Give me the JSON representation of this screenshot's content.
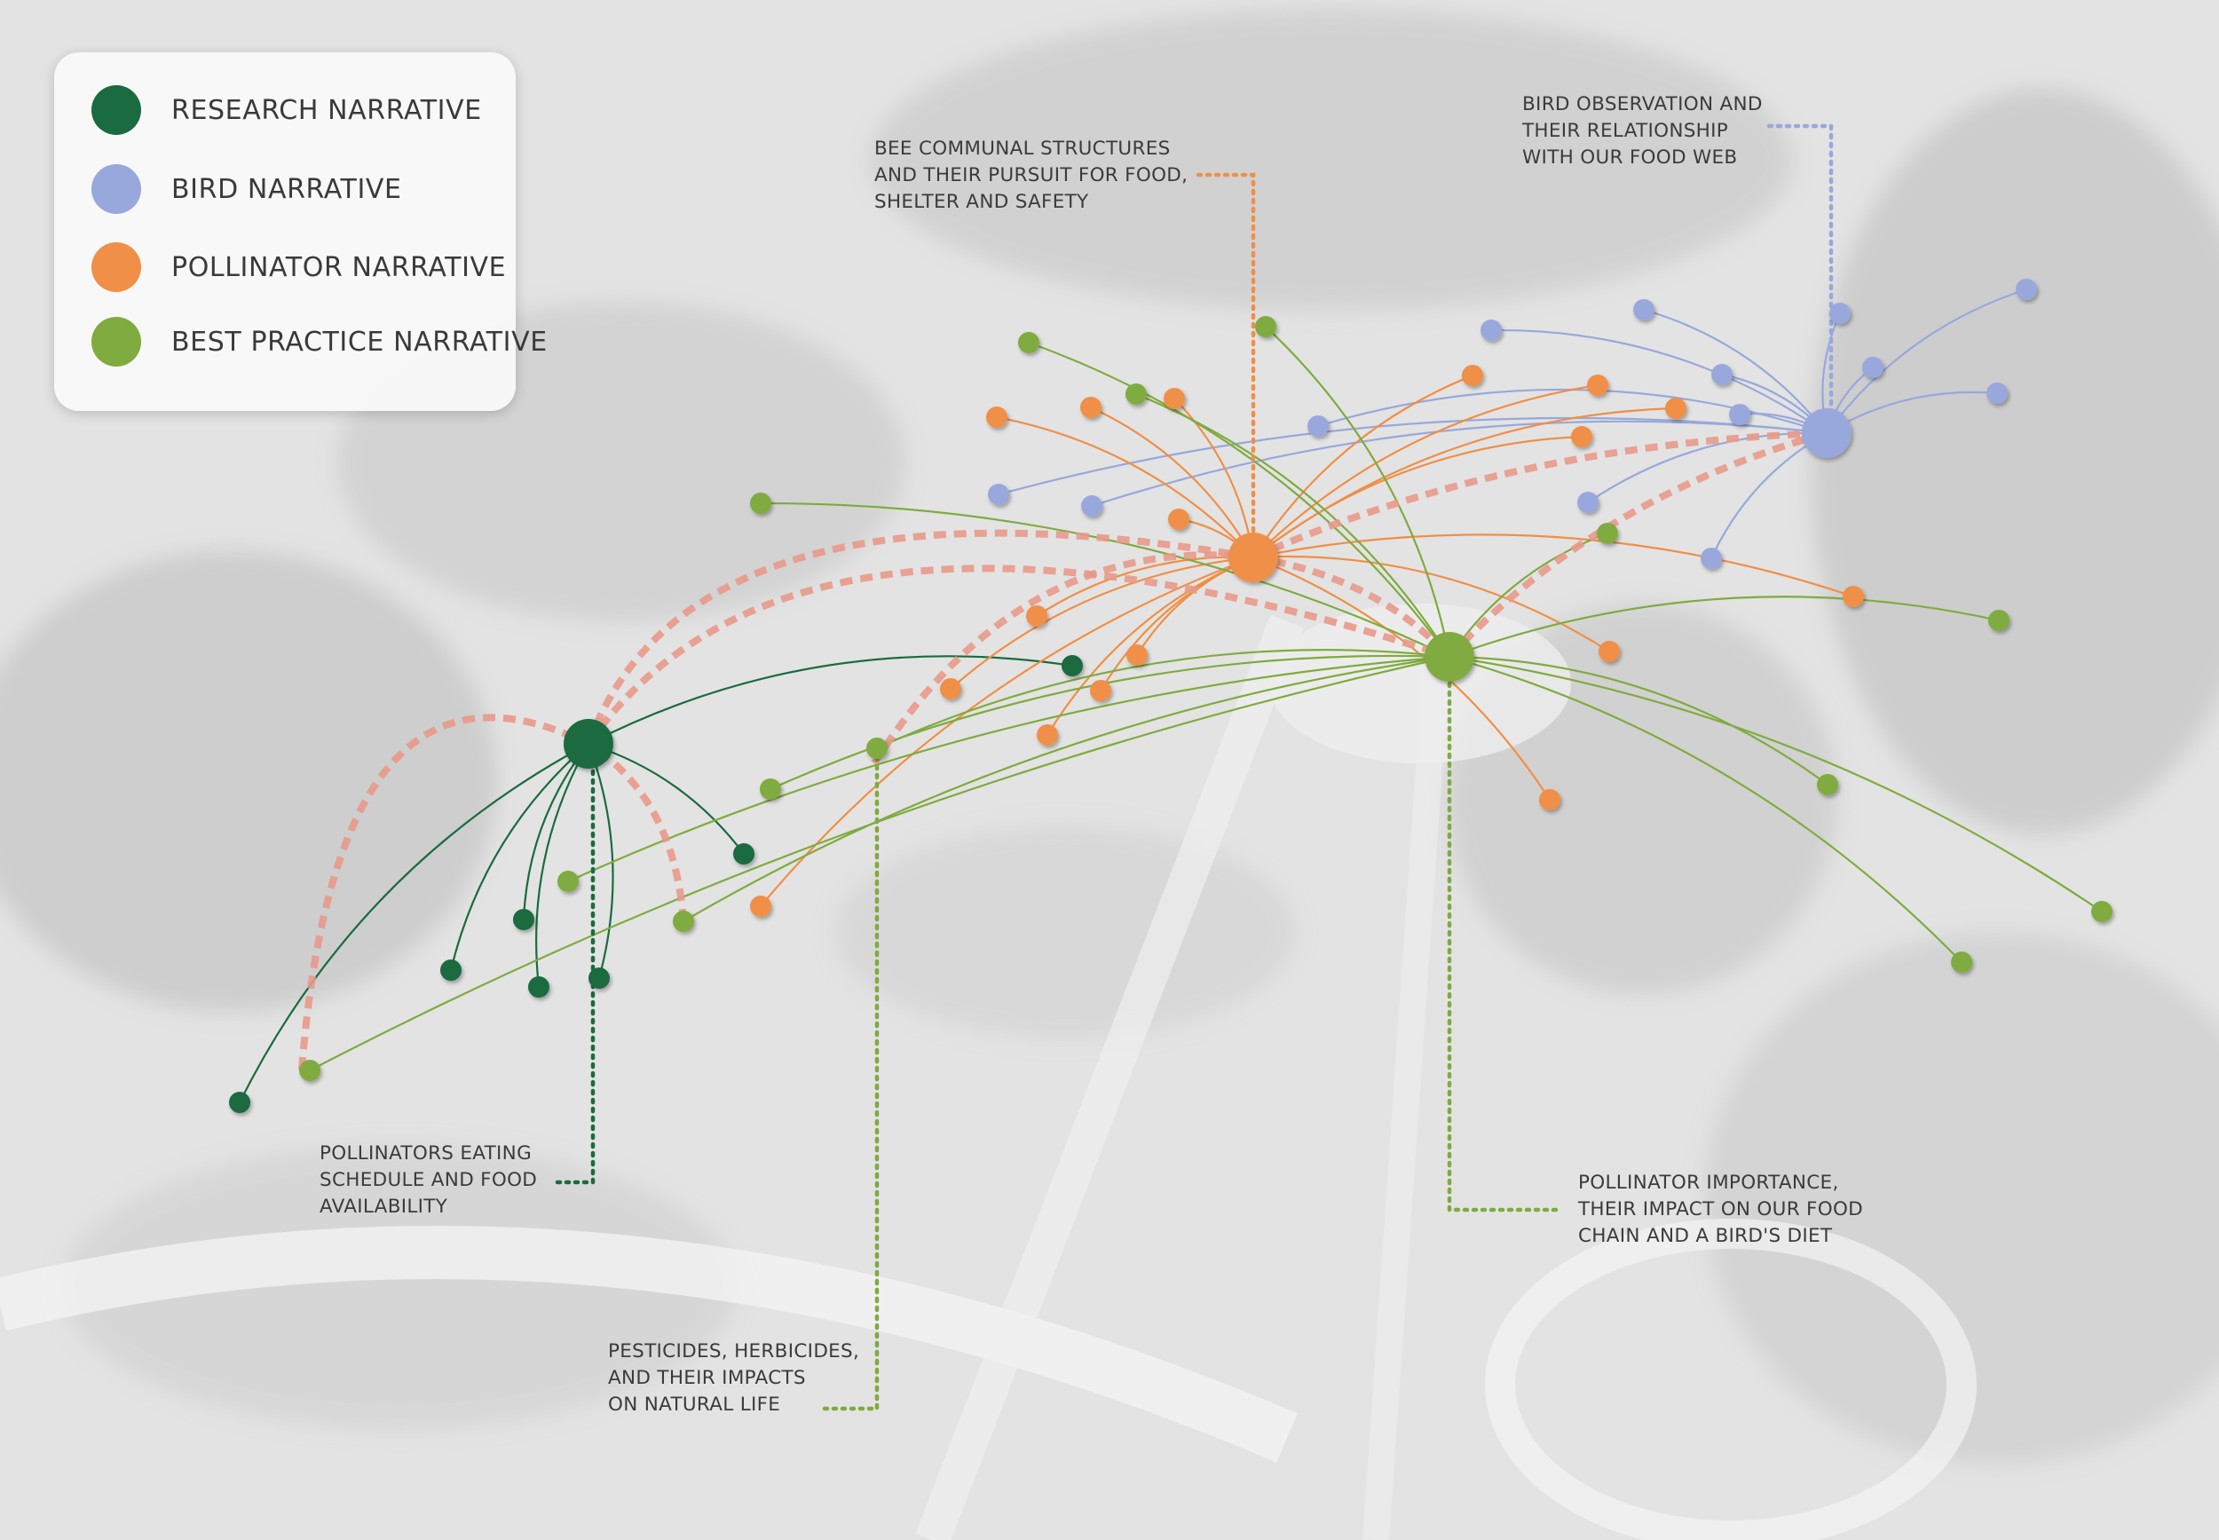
{
  "legend": {
    "items": [
      {
        "label": "RESEARCH NARRATIVE",
        "color": "#1a6b3f"
      },
      {
        "label": "BIRD NARRATIVE",
        "color": "#98a8dc"
      },
      {
        "label": "POLLINATOR NARRATIVE",
        "color": "#f08f47"
      },
      {
        "label": "BEST PRACTICE NARRATIVE",
        "color": "#7fab3f"
      }
    ]
  },
  "annotations": {
    "bee": "BEE COMMUNAL STRUCTURES\nAND THEIR PURSUIT FOR FOOD,\nSHELTER AND SAFETY",
    "bird": "BIRD OBSERVATION AND\nTHEIR RELATIONSHIP\nWITH OUR FOOD WEB",
    "pollinators_eating": "POLLINATORS EATING\nSCHEDULE AND FOOD\nAVAILABILITY",
    "pollinator_importance": "POLLINATOR IMPORTANCE,\nTHEIR IMPACT ON OUR FOOD\nCHAIN AND A BIRD'S DIET",
    "pesticides": "PESTICIDES, HERBICIDES,\nAND THEIR IMPACTS\nON NATURAL LIFE"
  },
  "colors": {
    "research": "#1a6b3f",
    "bird": "#98a8dc",
    "pollinator": "#f08f47",
    "best_practice": "#7fab3f",
    "link": "#e8998a",
    "background": "#e6e6e6"
  }
}
